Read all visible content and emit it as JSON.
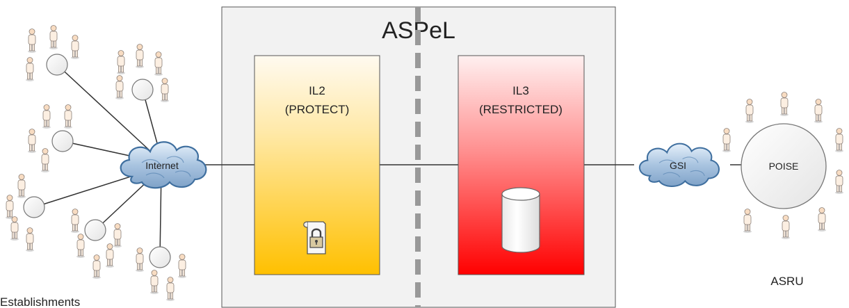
{
  "diagram": {
    "system_title": "ASPeL",
    "zones": [
      {
        "line1": "IL2",
        "line2": "(PROTECT)",
        "icon": "padlock-document-icon",
        "gradient": [
          "#fffaf0",
          "#ffc000"
        ]
      },
      {
        "line1": "IL3",
        "line2": "(RESTRICTED)",
        "icon": "database-cylinder-icon",
        "gradient": [
          "#fff0f0",
          "#ff0000"
        ]
      }
    ],
    "clouds": {
      "internet": "Internet",
      "gsi": "GSI"
    },
    "poise_label": "POISE",
    "establishments_label": "Establishments",
    "asru_label": "ASRU",
    "icons": [
      "person-icon",
      "hub-circle-icon",
      "cloud-icon"
    ]
  }
}
